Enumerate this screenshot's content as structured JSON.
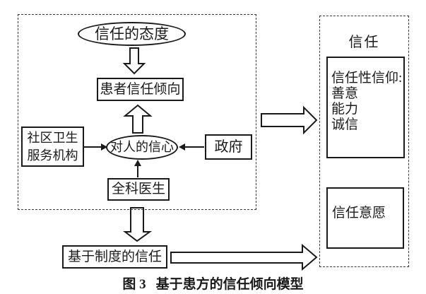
{
  "left_panel": {
    "trust_attitude": "信任的态度",
    "patient_trust_tendency": "患者信任倾向",
    "confidence_in_people": "对人的信心",
    "community_org_line1": "社区卫生",
    "community_org_line2": "服务机构",
    "government": "政府",
    "general_practitioner": "全科医生"
  },
  "bottom": {
    "institution_trust": "基于制度的信任"
  },
  "right_panel": {
    "title": "信任",
    "beliefs_title": "信任性信仰:",
    "belief_1": "善意",
    "belief_2": "能力",
    "belief_3": "诚信",
    "trust_willingness": "信任意愿"
  },
  "caption": {
    "figure_label": "图 3",
    "figure_title": "基于患方的信任倾向模型"
  },
  "colors": {
    "ink": "#1a1a1a",
    "background": "#ffffff"
  }
}
